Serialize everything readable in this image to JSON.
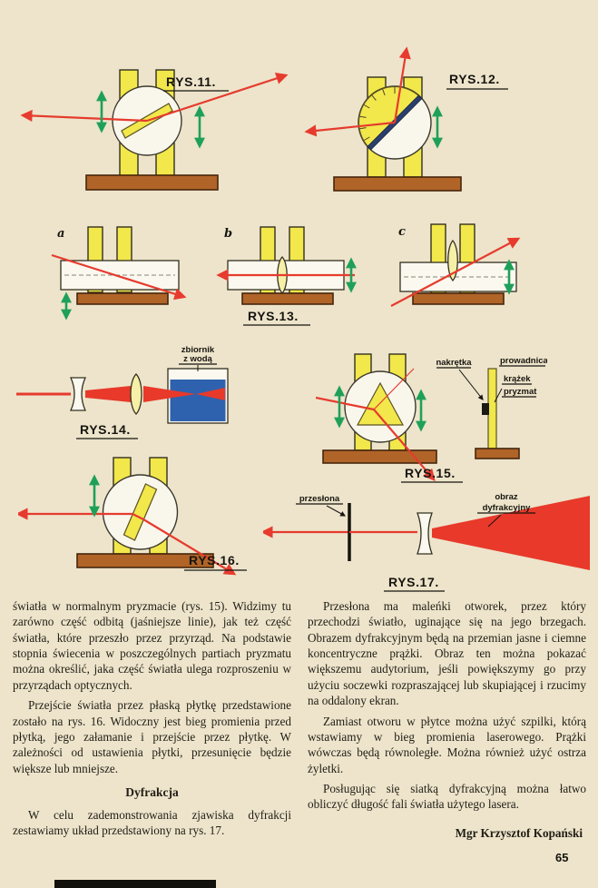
{
  "page": {
    "number": "65",
    "paper_color": "#EDE4CB"
  },
  "colors": {
    "stand_yellow": "#F2E74B",
    "base_brown": "#B06428",
    "ray_red": "#E63B2E",
    "motion_green": "#1FA05A",
    "water_blue": "#2E62AE",
    "mirror_navy": "#2A3F6E"
  },
  "figures": {
    "rys11": {
      "label": "RYS.11."
    },
    "rys12": {
      "label": "RYS.12."
    },
    "rys13": {
      "label": "RYS.13.",
      "sub_a": "a",
      "sub_b": "b",
      "sub_c": "c"
    },
    "rys14": {
      "label": "RYS.14.",
      "tank_label_line1": "zbiornik",
      "tank_label_line2": "z wodą"
    },
    "rys15": {
      "label": "RYS.15.",
      "label_nut": "nakrętka",
      "label_rail": "prowadnica",
      "label_disc_line1": "krążek",
      "label_disc_line2": "pryzmat"
    },
    "rys16": {
      "label": "RYS.16."
    },
    "rys17": {
      "label": "RYS.17.",
      "label_aperture": "przesłona",
      "label_image_line1": "obraz",
      "label_image_line2": "dyfrakcyjny"
    }
  },
  "article": {
    "left_column": {
      "p1": "światła w normalnym pryzmacie (rys. 15). Widzimy tu zarówno część odbitą (jaśniejsze linie), jak też część światła, które przeszło przez przyrząd. Na podstawie stopnia świecenia w poszczególnych partiach pryzmatu można określić, jaka część światła ulega rozproszeniu w przyrządach optycznych.",
      "p2": "Przejście światła przez płaską płytkę przedstawione zostało na rys. 16. Widoczny jest bieg promienia przed płytką, jego załamanie i przejście przez płytkę. W zależności od ustawienia płytki, przesunięcie będzie większe lub mniejsze.",
      "heading": "Dyfrakcja",
      "p3": "W celu zademonstrowania zjawiska dyfrakcji zestawiamy układ przedstawiony na rys. 17."
    },
    "right_column": {
      "p1": "Przesłona ma maleńki otworek, przez który przechodzi światło, uginające się na jego brzegach. Obrazem dyfrakcyjnym będą na przemian jasne i ciemne koncentryczne prążki. Obraz ten można pokazać większemu audytorium, jeśli powiększymy go przy użyciu soczewki rozpraszającej lub skupiającej i rzucimy na oddalony ekran.",
      "p2": "Zamiast otworu w płytce można użyć szpilki, którą wstawiamy w bieg promienia laserowego. Prążki wówczas będą równoległe. Można również użyć ostrza żyletki.",
      "p3": "Posługując się siatką dyfrakcyjną można łatwo obliczyć długość fali światła użytego lasera.",
      "author": "Mgr Krzysztof Kopański"
    }
  }
}
